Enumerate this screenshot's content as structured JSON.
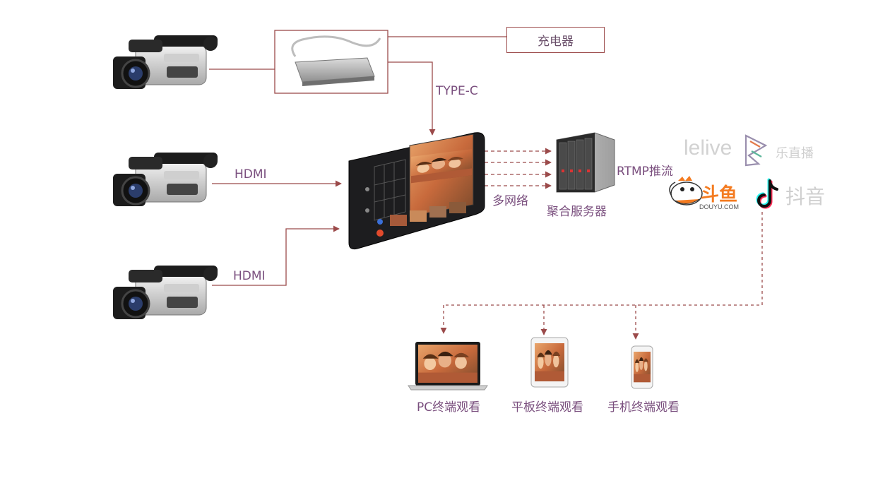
{
  "labels": {
    "charger": "充电器",
    "type_c": "TYPE-C",
    "hdmi_1": "HDMI",
    "hdmi_2": "HDMI",
    "multi_network": "多网络",
    "aggregation_server": "聚合服务器",
    "rtmp_push": "RTMP推流",
    "pc_view": "PC终端观看",
    "tablet_view": "平板终端观看",
    "phone_view": "手机终端观看"
  },
  "platforms": {
    "lelive_en": "lelive",
    "lelive_cn": "乐直播",
    "douyu_cn": "斗鱼",
    "douyu_en": "DOUYU.COM",
    "douyin_cn": "抖音"
  },
  "colors": {
    "line": "#9b4a4a",
    "label": "#7a4f7e",
    "device_body": "#1d1d1f",
    "douyu_orange": "#f47b20"
  }
}
